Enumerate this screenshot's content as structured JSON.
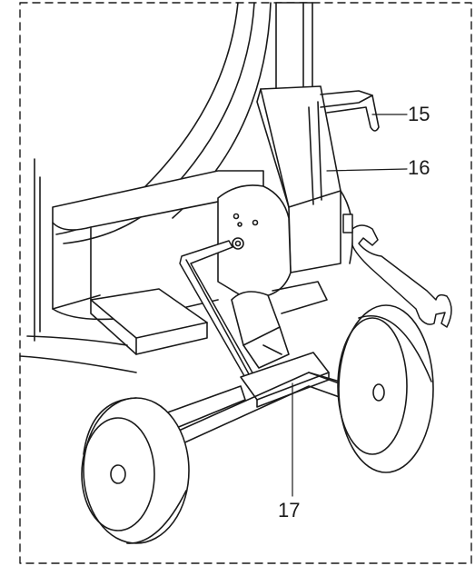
{
  "callouts": [
    {
      "number": "15"
    },
    {
      "number": "16"
    },
    {
      "number": "17"
    }
  ],
  "colors": {
    "ink": "#1a1a1a",
    "fill_light": "#ffffff",
    "shade": "#e6e6e6"
  }
}
